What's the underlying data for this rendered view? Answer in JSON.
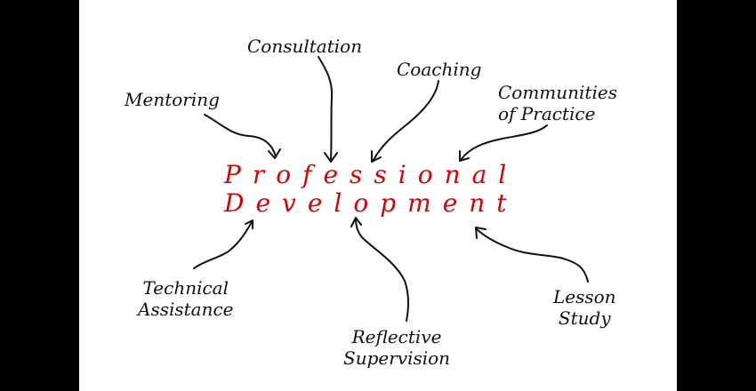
{
  "diagram": {
    "center": {
      "line1": "Professional",
      "line2": "Development",
      "color": "#dd0000"
    },
    "nodes": [
      {
        "id": "mentoring",
        "lines": [
          "Mentoring"
        ]
      },
      {
        "id": "consultation",
        "lines": [
          "Consultation"
        ]
      },
      {
        "id": "coaching",
        "lines": [
          "Coaching"
        ]
      },
      {
        "id": "communities-of-practice",
        "lines": [
          "Communities",
          "of Practice"
        ]
      },
      {
        "id": "technical-assistance",
        "lines": [
          "Technical",
          "Assistance"
        ]
      },
      {
        "id": "reflective-supervision",
        "lines": [
          "Reflective",
          "Supervision"
        ]
      },
      {
        "id": "lesson-study",
        "lines": [
          "Lesson",
          "Study"
        ]
      }
    ],
    "edges": [
      {
        "from": "mentoring",
        "to": "center"
      },
      {
        "from": "consultation",
        "to": "center"
      },
      {
        "from": "coaching",
        "to": "center"
      },
      {
        "from": "communities-of-practice",
        "to": "center"
      },
      {
        "from": "technical-assistance",
        "to": "center"
      },
      {
        "from": "reflective-supervision",
        "to": "center"
      },
      {
        "from": "lesson-study",
        "to": "center"
      }
    ]
  }
}
